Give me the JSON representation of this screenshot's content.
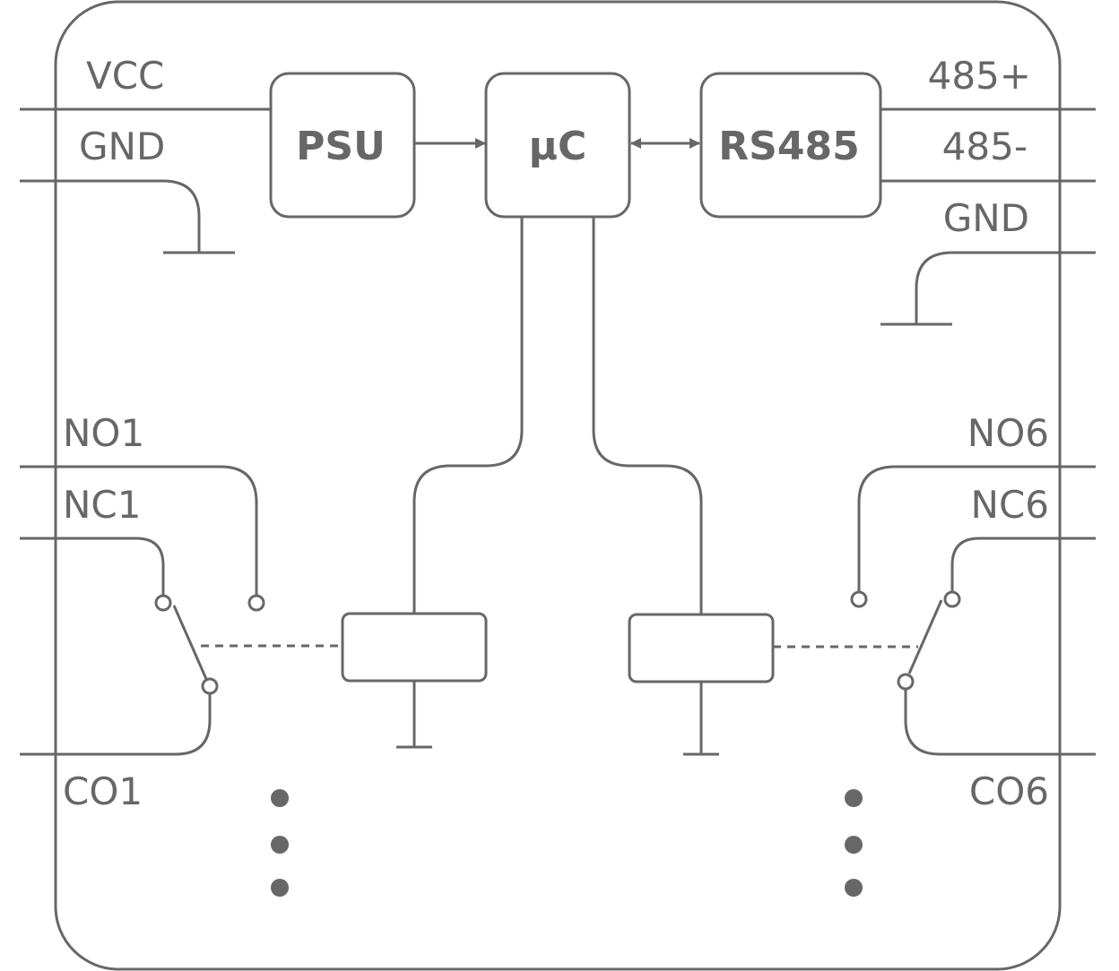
{
  "blocks": {
    "psu": "PSU",
    "mcu": "µC",
    "rs485": "RS485"
  },
  "terminals": {
    "left": {
      "vcc": "VCC",
      "gnd": "GND",
      "no1": "NO1",
      "nc1": "NC1",
      "co1": "CO1"
    },
    "right": {
      "p485": "485+",
      "n485": "485-",
      "gnd": "GND",
      "no6": "NO6",
      "nc6": "NC6",
      "co6": "CO6"
    }
  },
  "colors": {
    "stroke": "#676767",
    "background": "#ffffff"
  }
}
